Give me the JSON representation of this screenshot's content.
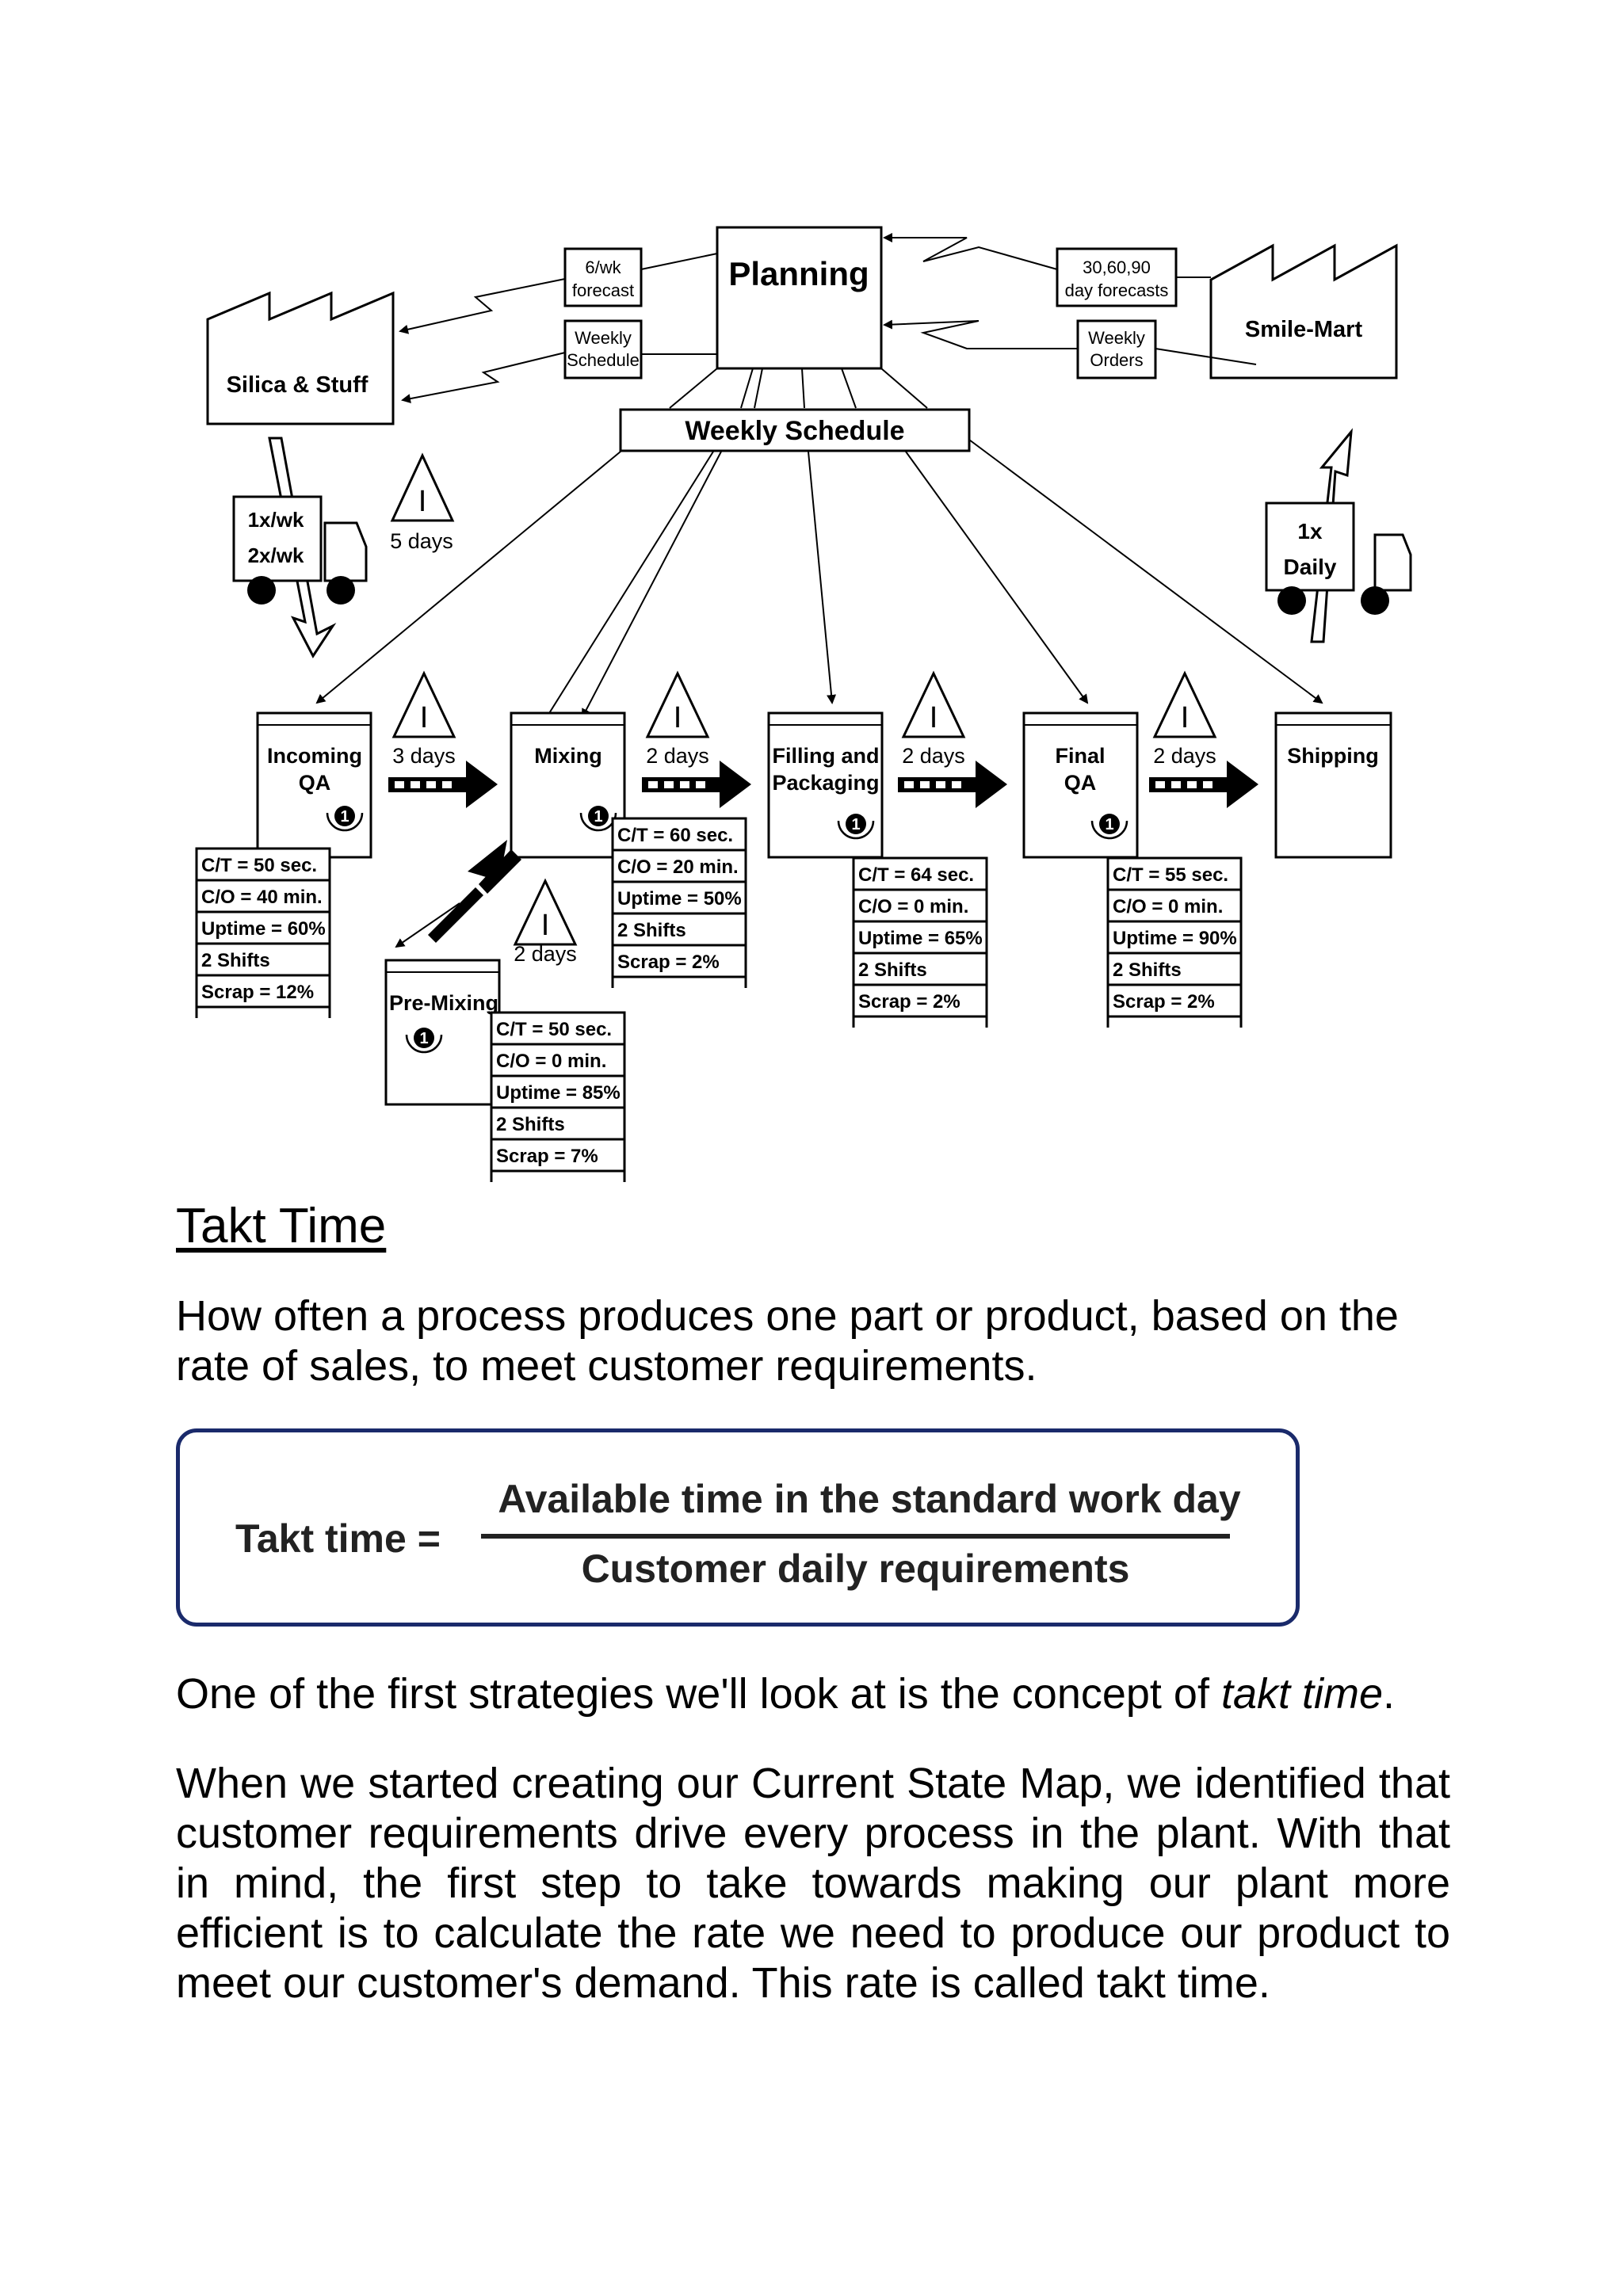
{
  "map": {
    "planning": "Planning",
    "supplier": "Silica & Stuff",
    "customer": "Smile-Mart",
    "weekly_schedule": "Weekly Schedule",
    "forecast_to_supplier": [
      "6/wk",
      "forecast"
    ],
    "schedule_to_supplier": [
      "Weekly",
      "Schedule"
    ],
    "customer_forecast": [
      "30,60,90",
      "day forecasts"
    ],
    "customer_orders": [
      "Weekly",
      "Orders"
    ],
    "inbound_truck": [
      "1x/wk",
      "2x/wk"
    ],
    "outbound_truck": [
      "1x",
      "Daily"
    ],
    "supplier_inventory": {
      "symbol": "I",
      "days": "5 days"
    },
    "processes": [
      {
        "name": [
          "Incoming",
          "QA"
        ],
        "operators": "1",
        "data": [
          "C/T = 50 sec.",
          "C/O = 40 min.",
          "Uptime = 60%",
          "2 Shifts",
          "Scrap = 12%"
        ]
      },
      {
        "name": [
          "Mixing"
        ],
        "operators": "1",
        "data": [
          "C/T = 60 sec.",
          "C/O = 20 min.",
          "Uptime = 50%",
          "2 Shifts",
          "Scrap = 2%"
        ]
      },
      {
        "name": [
          "Filling and",
          "Packaging"
        ],
        "operators": "1",
        "data": [
          "C/T = 64 sec.",
          "C/O = 0 min.",
          "Uptime = 65%",
          "2 Shifts",
          "Scrap = 2%"
        ]
      },
      {
        "name": [
          "Final",
          "QA"
        ],
        "operators": "1",
        "data": [
          "C/T = 55 sec.",
          "C/O = 0 min.",
          "Uptime = 90%",
          "2 Shifts",
          "Scrap = 2%"
        ]
      },
      {
        "name": [
          "Shipping"
        ],
        "operators": "",
        "data": []
      }
    ],
    "pre_mixing": {
      "name": "Pre-Mixing",
      "operators": "1",
      "data": [
        "C/T = 50 sec.",
        "C/O = 0 min.",
        "Uptime = 85%",
        "2 Shifts",
        "Scrap = 7%"
      ]
    },
    "inventories": [
      {
        "symbol": "I",
        "days": "3 days"
      },
      {
        "symbol": "I",
        "days": "2 days"
      },
      {
        "symbol": "I",
        "days": "2 days"
      },
      {
        "symbol": "I",
        "days": "2 days"
      }
    ],
    "pre_mixing_inventory": {
      "symbol": "I",
      "days": "2 days"
    }
  },
  "section_title": "Takt Time",
  "definition": "How often a process produces one part or product, based on the rate of sales, to meet customer requirements.",
  "formula": {
    "lhs": "Takt time =",
    "numerator": "Available time in the standard work day",
    "denominator": "Customer daily requirements"
  },
  "para_first": {
    "before": "One of the first strategies we'll look at is the concept of ",
    "emphasis": "takt time",
    "after": "."
  },
  "para_when": "When we started creating our Current State Map, we identified that customer requirements drive every process in the plant. With that in mind, the first step to take towards making our plant more efficient is to calculate the rate we need to produce our product to meet our customer's demand. This rate is called takt time."
}
